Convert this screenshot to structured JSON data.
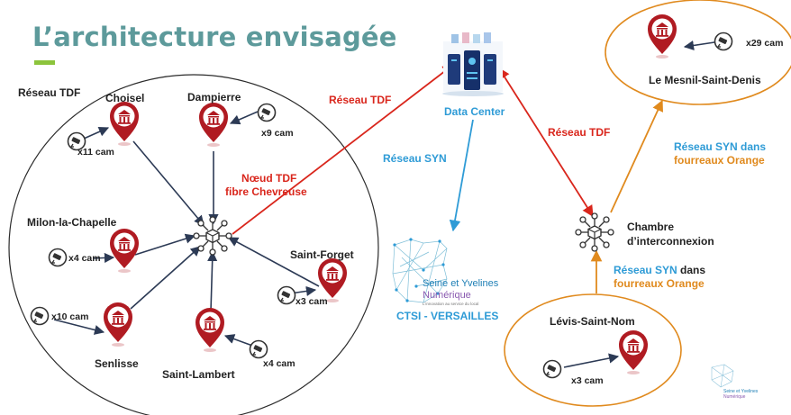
{
  "title": "L’architecture envisagée",
  "zone_label": "Réseau TDF",
  "sites": {
    "choisel": {
      "name": "Choisel",
      "cams": "x11 cam"
    },
    "dampierre": {
      "name": "Dampierre",
      "cams": "x9 cam"
    },
    "milon": {
      "name": "Milon-la-Chapelle",
      "cams": "x4 cam"
    },
    "saint_forget": {
      "name": "Saint-Forget",
      "cams": "x3 cam"
    },
    "senlisse": {
      "name": "Senlisse",
      "cams": "x10 cam"
    },
    "saint_lambert": {
      "name": "Saint-Lambert",
      "cams": "x4 cam"
    },
    "mesnil": {
      "name": "Le Mesnil-Saint-Denis",
      "cams": "x29 cam"
    },
    "levis": {
      "name": "Lévis-Saint-Nom",
      "cams": "x3 cam"
    }
  },
  "noeud": {
    "line1": "Nœud TDF",
    "line2": "fibre Chevreuse"
  },
  "data_center": "Data Center",
  "chambre": {
    "line1": "Chambre",
    "line2": "d’interconnexion"
  },
  "links": {
    "tdf_left": "Réseau TDF",
    "tdf_right": "Réseau TDF",
    "syn_left": "Réseau SYN",
    "syn_top_1": "Réseau SYN dans",
    "syn_top_2": "fourreaux Orange",
    "syn_bottom_1": "Réseau SYN",
    "syn_bottom_dans": " dans",
    "syn_bottom_2": "fourreaux Orange"
  },
  "ctsi": {
    "logo_line1": "Seine et Yvelines",
    "logo_line2": "Numérique",
    "logo_tagline": "L'innovation au service du local",
    "label": "CTSI - VERSAILLES"
  },
  "corner_logo": {
    "line1": "Seine et Yvelines",
    "line2": "Numérique"
  },
  "colors": {
    "title": "#5d9a9b",
    "accent_bar": "#8cc43c",
    "tdf_red": "#d9261c",
    "syn_blue": "#2e9bd6",
    "orange": "#e08a1e",
    "pin": "#b01b22"
  }
}
